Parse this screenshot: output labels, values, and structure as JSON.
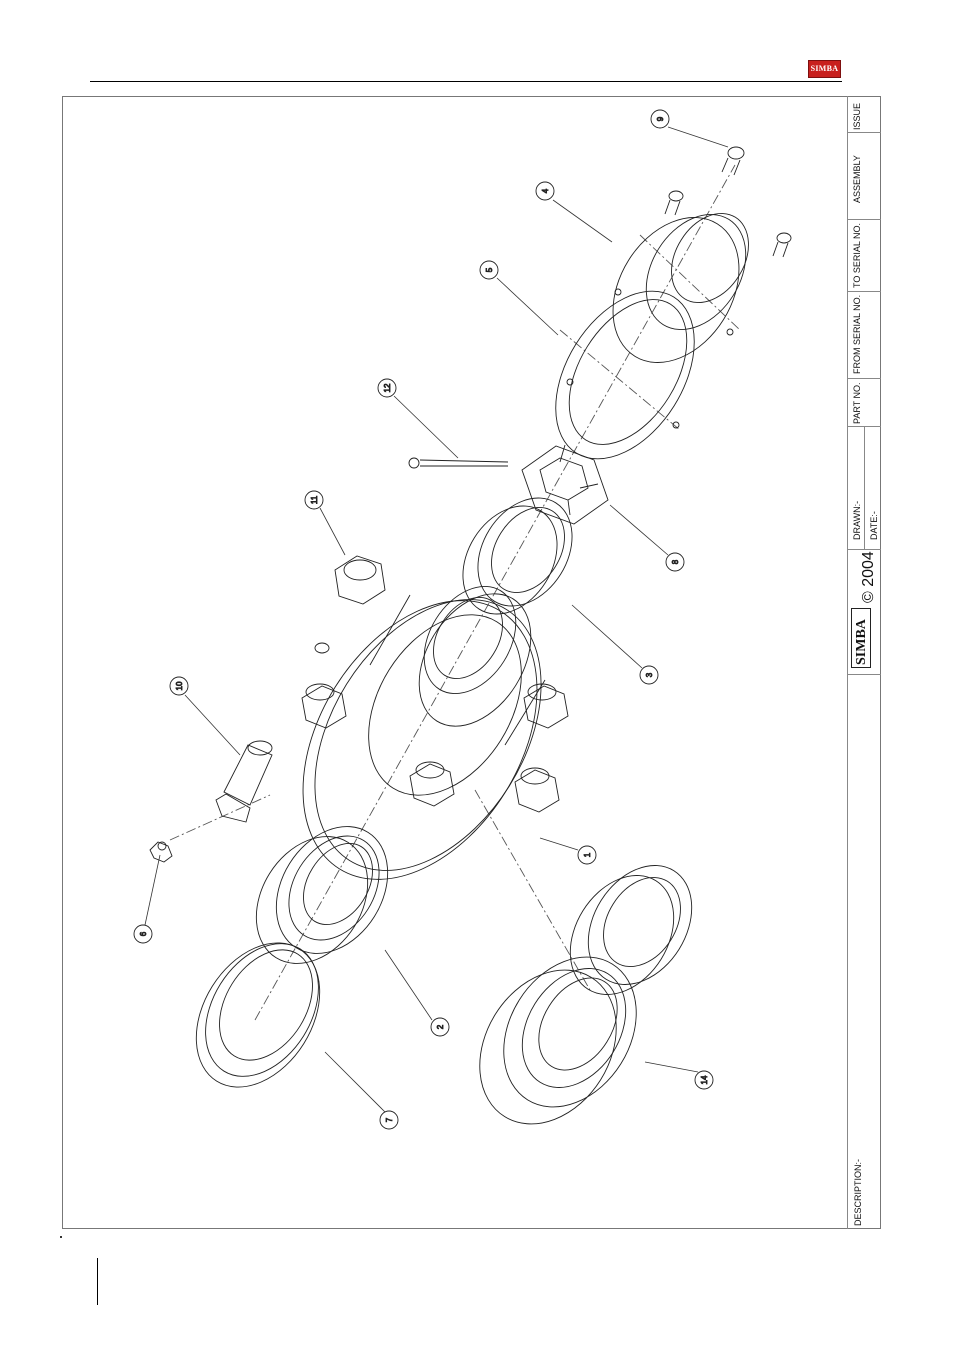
{
  "header": {
    "logo_text": "SIMBA"
  },
  "title_block": {
    "issue_label": "ISSUE",
    "assembly_label": "ASSEMBLY",
    "to_serial_label": "TO SERIAL NO.",
    "from_serial_label": "FROM SERIAL NO.",
    "part_no_label": "PART NO.",
    "drawn_label": "DRAWN:-",
    "date_label": "DATE:-",
    "brand": "SIMBA",
    "copyright": "© 2004",
    "description_label": "DESCRIPTION:-"
  },
  "balloons": [
    {
      "id": "1"
    },
    {
      "id": "2"
    },
    {
      "id": "3"
    },
    {
      "id": "4"
    },
    {
      "id": "5"
    },
    {
      "id": "6"
    },
    {
      "id": "7"
    },
    {
      "id": "8"
    },
    {
      "id": "9"
    },
    {
      "id": "10"
    },
    {
      "id": "11"
    },
    {
      "id": "12"
    },
    {
      "id": "14"
    }
  ],
  "colors": {
    "logo_red": "#c8201e",
    "line": "#222222"
  }
}
